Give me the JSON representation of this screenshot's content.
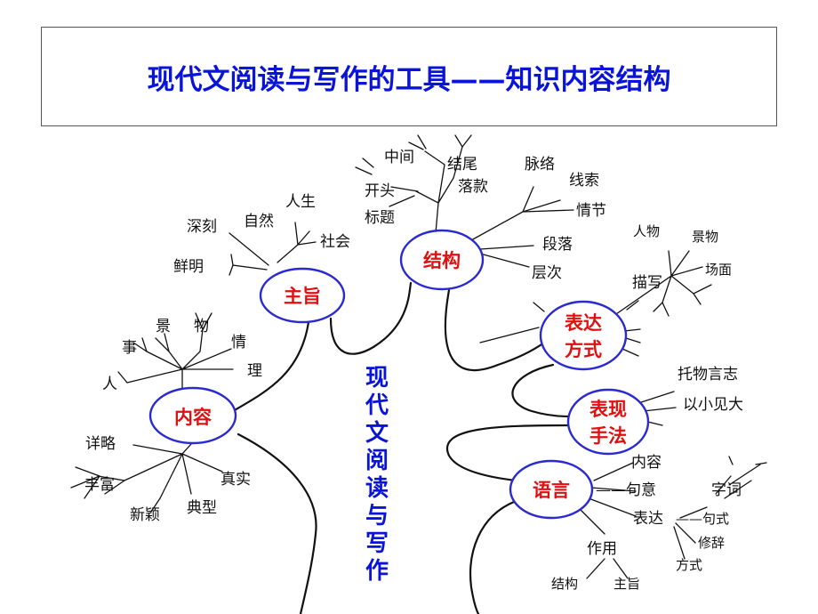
{
  "title": "现代文阅读与写作的工具——知识内容结构",
  "trunk_label": [
    "现",
    "代",
    "文",
    "阅",
    "读",
    "与",
    "写",
    "作"
  ],
  "colors": {
    "title": "#0a14d8",
    "node_text": "#e01010",
    "node_border": "#2a2ad0"
  },
  "nodes": {
    "zhuzhi": "主旨",
    "jiegou": "结构",
    "neirong": "内容",
    "biaoda": [
      "表达",
      "方式"
    ],
    "biaoxian": [
      "表现",
      "手法"
    ],
    "yuyan": "语言"
  },
  "labels": {
    "zhuzhi": {
      "shenke": "深刻",
      "ziran": "自然",
      "rensheng": "人生",
      "shehui": "社会",
      "xianming": "鲜明"
    },
    "jiegou": {
      "zhongjian": "中间",
      "jiewei": "结尾",
      "kaitou": "开头",
      "luokuan": "落款",
      "biaoti": "标题",
      "mailuo": "脉络",
      "xiansuo": "线索",
      "qingjie": "情节",
      "duanluo": "段落",
      "cengci": "层次"
    },
    "neirong_top": {
      "jing": "景",
      "wu": "物",
      "shi": "事",
      "qing": "情",
      "ren": "人",
      "li": "理"
    },
    "neirong_bottom": {
      "xianglue": "详略",
      "fengfu": "丰富",
      "zhenshi": "真实",
      "xinying": "新颖",
      "dianxing": "典型"
    },
    "biaoda": {
      "renwu": "人物",
      "jingwu": "景物",
      "miaoxie": "描写",
      "changmian": "场面"
    },
    "biaoxian": {
      "tuowu": "托物言志",
      "yixiao": "以小见大"
    },
    "yuyan": {
      "neirong": "内容",
      "juyi": "——句意",
      "zici": "字词",
      "biaoda": "表达",
      "jushi": "——句式",
      "xiuci": "修辞",
      "fangshi": "方式",
      "zuoyong": "作用",
      "jiegou": "结构",
      "zhuzhi": "主旨"
    }
  }
}
